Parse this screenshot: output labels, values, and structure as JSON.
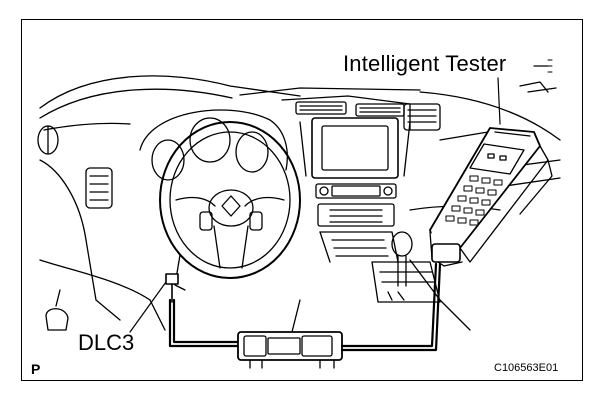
{
  "labels": {
    "tester": "Intelligent Tester",
    "connector": "DLC3",
    "view": "P",
    "figure_code": "C106563E01"
  },
  "colors": {
    "line": "#000000",
    "background": "#ffffff"
  }
}
